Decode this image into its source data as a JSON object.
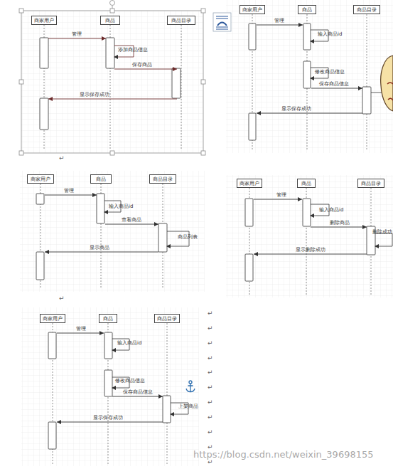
{
  "diagram": {
    "nodes": [
      {
        "text": [
          "商家用户"
        ]
      },
      {
        "text": [
          "商品"
        ]
      },
      {
        "text": [
          "商品目录"
        ]
      },
      {
        "text": [
          "商家用户"
        ]
      },
      {
        "text": [
          "商品"
        ]
      },
      {
        "text": [
          "商品目录"
        ]
      },
      {
        "text": [
          "商家用户"
        ]
      },
      {
        "text": [
          "商品"
        ]
      },
      {
        "text": [
          "商品目录"
        ]
      },
      {
        "text": [
          "商家用户"
        ]
      },
      {
        "text": [
          "商品"
        ]
      },
      {
        "text": [
          "商品目录"
        ]
      },
      {
        "text": [
          "商家用户"
        ]
      },
      {
        "text": [
          "商品"
        ]
      },
      {
        "text": [
          "商品目录"
        ]
      }
    ],
    "edges": [
      {
        "from": 0,
        "to": 1,
        "arrow": "to",
        "label": "管理"
      },
      {
        "from": 1,
        "to": 2,
        "arrow": "to",
        "label": "保存商品"
      },
      {
        "from": 2,
        "to": 0,
        "arrow": "to",
        "label": "显示保存成功"
      },
      {
        "from": 3,
        "to": 4,
        "arrow": "to",
        "label": "管理"
      },
      {
        "from": 4,
        "to": 5,
        "arrow": "to",
        "label": "保存商品信息"
      },
      {
        "from": 5,
        "to": 3,
        "arrow": "to",
        "label": "显示保存成功"
      },
      {
        "from": 6,
        "to": 7,
        "arrow": "to",
        "label": "管理"
      },
      {
        "from": 7,
        "to": 8,
        "arrow": "to",
        "label": "查看商品"
      },
      {
        "from": 8,
        "to": 6,
        "arrow": "to",
        "label": "显示商品"
      },
      {
        "from": 9,
        "to": 10,
        "arrow": "to",
        "label": "管理"
      },
      {
        "from": 10,
        "to": 11,
        "arrow": "to",
        "label": "删除商品"
      },
      {
        "from": 11,
        "to": 9,
        "arrow": "to",
        "label": "显示删除成功"
      },
      {
        "from": 12,
        "to": 13,
        "arrow": "to",
        "label": "管理"
      },
      {
        "from": 13,
        "to": 14,
        "arrow": "to",
        "label": "保存商品信息"
      },
      {
        "from": 14,
        "to": 12,
        "arrow": "to",
        "label": "显示保存成功"
      }
    ],
    "labels": [
      "添加商品信息",
      "输入商品id",
      "修改商品信息",
      "输入商品id",
      "商品列表",
      "输入商品id",
      "删除成功",
      "输入商品id",
      "修改商品信息",
      "上架商品",
      "https://blog.csdn.net/weixin_39698155",
      "↵",
      "↵",
      "↵",
      "↵",
      "↵",
      "↵",
      "↵",
      "↵",
      "↵",
      "↵",
      "↵",
      "↵",
      "↵"
    ]
  }
}
